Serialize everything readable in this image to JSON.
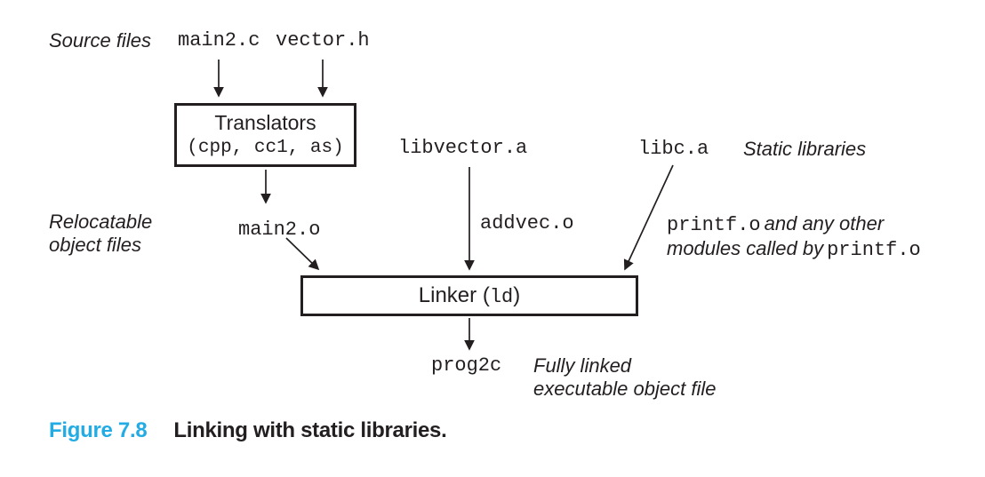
{
  "diagram": {
    "source": {
      "label": "Source files",
      "files": [
        "main2.c",
        "vector.h"
      ]
    },
    "translators": {
      "title": "Translators",
      "subtitle": "(cpp, cc1, as)"
    },
    "static_libs": {
      "libvector": "libvector.a",
      "libc": "libc.a",
      "label": "Static libraries"
    },
    "relocatable": {
      "label_line1": "Relocatable",
      "label_line2": "object files",
      "main2o": "main2.o",
      "addveco": "addvec.o",
      "printfo": "printf.o",
      "printf_note1": "and any other",
      "printf_note2_italic": "modules called by",
      "printf_note2_code": "printf.o"
    },
    "linker": {
      "prefix": "Linker (",
      "code": "ld",
      "suffix": ")"
    },
    "output": {
      "name": "prog2c",
      "note_line1": "Fully linked",
      "note_line2": "executable object file"
    }
  },
  "caption": {
    "label": "Figure 7.8",
    "text": "Linking with static libraries."
  },
  "colors": {
    "ink": "#231f20",
    "caption_label": "#23ace4"
  }
}
